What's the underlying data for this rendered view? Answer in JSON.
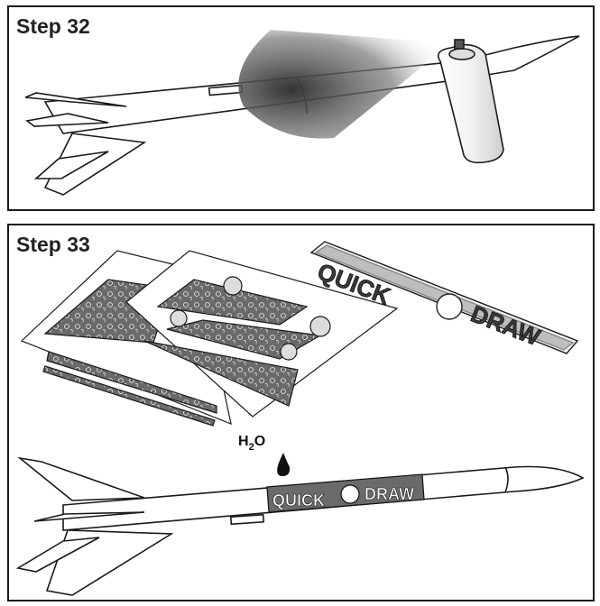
{
  "steps": [
    {
      "label": "Step 32"
    },
    {
      "label": "Step 33"
    }
  ],
  "water": {
    "h": "H",
    "sub": "2",
    "o": "O"
  },
  "decal": {
    "word1": "QUICK",
    "word2": "DRAW"
  },
  "colors": {
    "outline": "#1a1a1a",
    "paint": "#444444",
    "decal_dark": "#3a3a3a"
  }
}
